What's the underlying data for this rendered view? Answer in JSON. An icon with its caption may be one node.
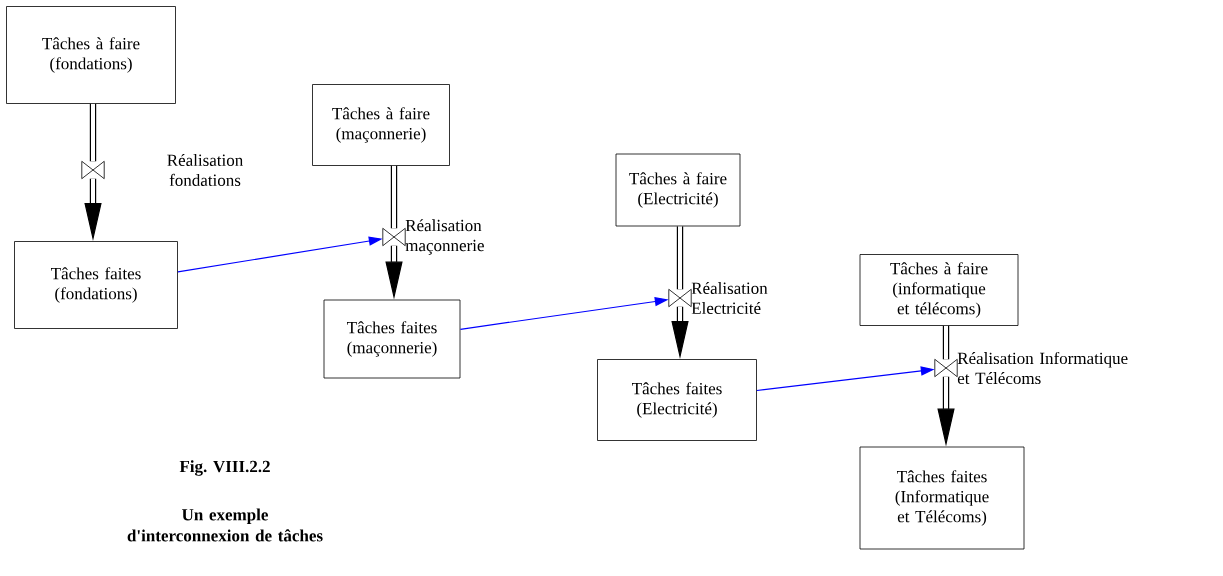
{
  "diagram": {
    "title": "Fig. VIII.2.2",
    "caption": "Un exemple d'interconnexion de tâches",
    "nodes": [
      {
        "text": [
          "Tâches à faire (fondations)"
        ]
      },
      {
        "text": [],
        "shape": "valve",
        "beside": [
          "Réalisation fondations"
        ]
      },
      {
        "text": [
          "Tâches faites (fondations)"
        ]
      },
      {
        "text": [
          "Tâches à faire (maçonnerie)"
        ]
      },
      {
        "text": [],
        "shape": "valve",
        "beside": [
          "Réalisation maçonnerie"
        ]
      },
      {
        "text": [
          "Tâches faites (maçonnerie)"
        ]
      },
      {
        "text": [
          "Tâches à faire (Electricité)"
        ]
      },
      {
        "text": [],
        "shape": "valve",
        "beside": [
          "Réalisation Electricité"
        ]
      },
      {
        "text": [
          "Tâches faites (Electricité)"
        ]
      },
      {
        "text": [
          "Tâches à faire (informatique et télécoms)"
        ]
      },
      {
        "text": [],
        "shape": "valve",
        "beside": [
          "Réalisation Informatique et Télécoms"
        ]
      },
      {
        "text": [
          "Tâches faites (Informatique et Télécoms)"
        ]
      }
    ],
    "edges": [
      {
        "from": 0,
        "to": 1,
        "arrow": "none"
      },
      {
        "from": 1,
        "to": 2,
        "arrow": "to"
      },
      {
        "from": 3,
        "to": 4,
        "arrow": "none"
      },
      {
        "from": 4,
        "to": 5,
        "arrow": "to"
      },
      {
        "from": 6,
        "to": 7,
        "arrow": "none"
      },
      {
        "from": 7,
        "to": 8,
        "arrow": "to"
      },
      {
        "from": 9,
        "to": 10,
        "arrow": "none"
      },
      {
        "from": 10,
        "to": 11,
        "arrow": "to"
      },
      {
        "from": 2,
        "to": 4,
        "arrow": "to",
        "color": "#0000ff"
      },
      {
        "from": 5,
        "to": 7,
        "arrow": "to",
        "color": "#0000ff"
      },
      {
        "from": 8,
        "to": 10,
        "arrow": "to",
        "color": "#0000ff"
      }
    ]
  }
}
